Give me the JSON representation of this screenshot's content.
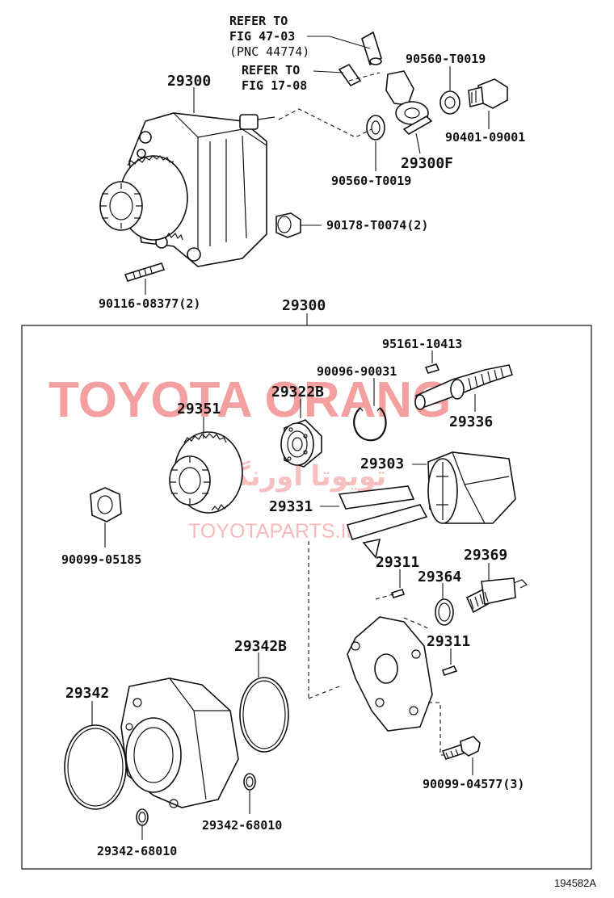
{
  "refs": {
    "ref1_line1": "REFER TO",
    "ref1_line2": "FIG 47-03",
    "ref1_line3": "(PNC 44774)",
    "ref2_line1": "REFER TO",
    "ref2_line2": "FIG 17-08"
  },
  "parts": {
    "pump_assembly_top": "29300",
    "washer_a": "90560-T0019",
    "union_bolt": "90401-09001",
    "union_fitting": "29300F",
    "washer_b": "90560-T0019",
    "nut_top": "90178-T0074(2)",
    "stud_bolt": "90116-08377(2)",
    "pump_assembly_box": "29300",
    "key": "95161-10413",
    "snap_ring": "90096-90031",
    "bearing": "29322B",
    "gear": "29351",
    "shaft": "29336",
    "rotor": "29303",
    "vanes": "29331",
    "nut_box": "90099-05185",
    "pin_a": "29311",
    "check_valve": "29369",
    "check_valve_ring": "29364",
    "oring_cover": "29342B",
    "pin_b": "29311",
    "housing": "29342",
    "cover_bolt": "90099-04577(3)",
    "small_oring_right": "29342-68010",
    "small_oring_left": "29342-68010"
  },
  "watermarks": {
    "main": "TOYOTA ORANG",
    "persian": "تویوتا اورنگ",
    "site": "TOYOTAPARTS.IR"
  },
  "figure_id": "194582A",
  "colors": {
    "line": "#111111",
    "watermark": "#f08080"
  }
}
